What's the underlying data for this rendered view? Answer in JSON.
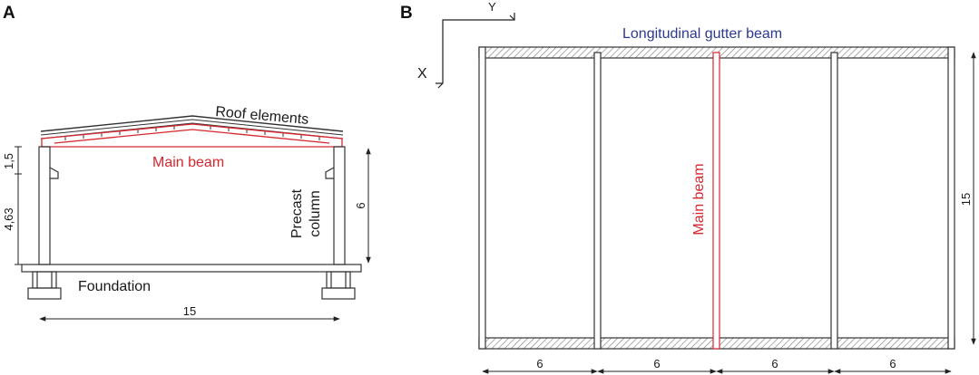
{
  "panels": {
    "a": "A",
    "b": "B"
  },
  "section": {
    "roof_label": "Roof elements",
    "main_beam_label": "Main beam",
    "column_label_line1": "Precast",
    "column_label_line2": "column",
    "foundation_label": "Foundation",
    "dim_upper": "1,5",
    "dim_lower": "4,63",
    "dim_height": "6",
    "dim_span": "15"
  },
  "plan": {
    "gutter_label": "Longitudinal gutter beam",
    "main_beam_label": "Main beam",
    "axis_x": "X",
    "axis_y": "Y",
    "dim_width": "15",
    "bay_dims": [
      "6",
      "6",
      "6",
      "6"
    ]
  },
  "colors": {
    "main_beam": "#d7262e",
    "gutter_label": "#2b3990",
    "lines": "#333333"
  }
}
